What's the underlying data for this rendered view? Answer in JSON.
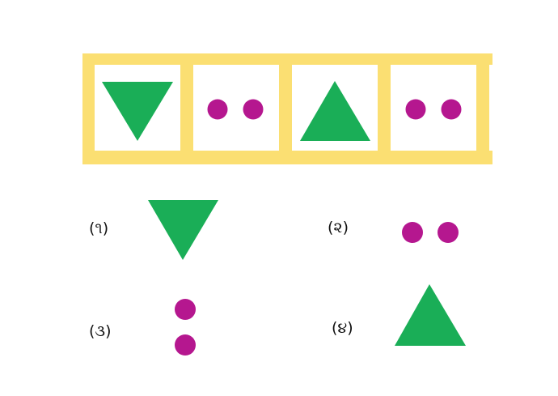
{
  "colors": {
    "frame": "#fbdf72",
    "triangle": "#1aae57",
    "dot": "#b5178f"
  },
  "sequence": [
    {
      "shape": "triangle-down"
    },
    {
      "shape": "two-dots-horizontal"
    },
    {
      "shape": "triangle-up"
    },
    {
      "shape": "two-dots-horizontal"
    }
  ],
  "options": [
    {
      "label": "(૧)",
      "shape": "triangle-down"
    },
    {
      "label": "(૨)",
      "shape": "two-dots-horizontal"
    },
    {
      "label": "(૩)",
      "shape": "two-dots-vertical"
    },
    {
      "label": "(૪)",
      "shape": "triangle-up"
    }
  ]
}
